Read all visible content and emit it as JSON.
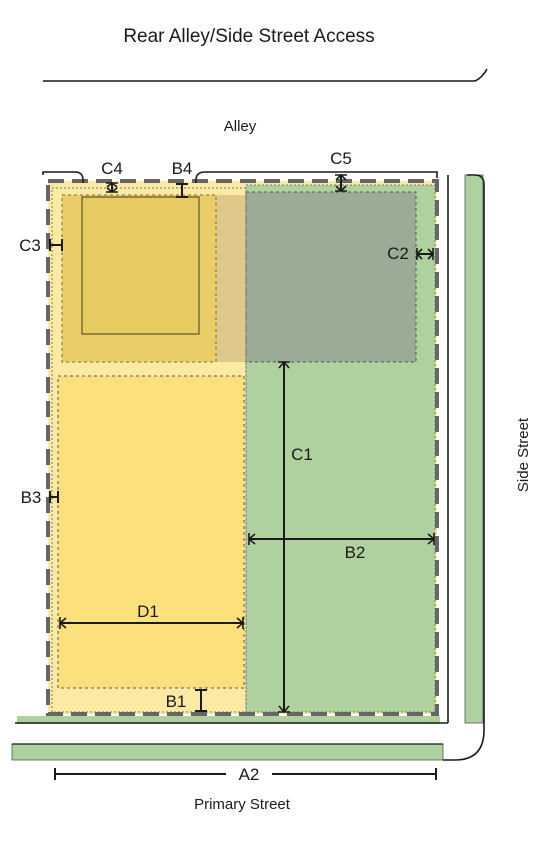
{
  "header": {
    "title": "Rear Alley/Side Street Access"
  },
  "streets": {
    "alley": "Alley",
    "side": "Side Street",
    "primary": "Primary Street"
  },
  "dimensions": {
    "a2": "A2",
    "b1": "B1",
    "b2": "B2",
    "b3": "B3",
    "b4": "B4",
    "c1": "C1",
    "c2": "C2",
    "c3": "C3",
    "c4": "C4",
    "c5": "C5",
    "d1": "D1"
  },
  "colors": {
    "green": "#afd1a0",
    "yellow": "#fde07c",
    "yellow_light": "#fce9a4",
    "gold": "#ebcd68",
    "grey_green": "#9cab95",
    "tan": "#dfc98a",
    "outline": "#666666"
  }
}
